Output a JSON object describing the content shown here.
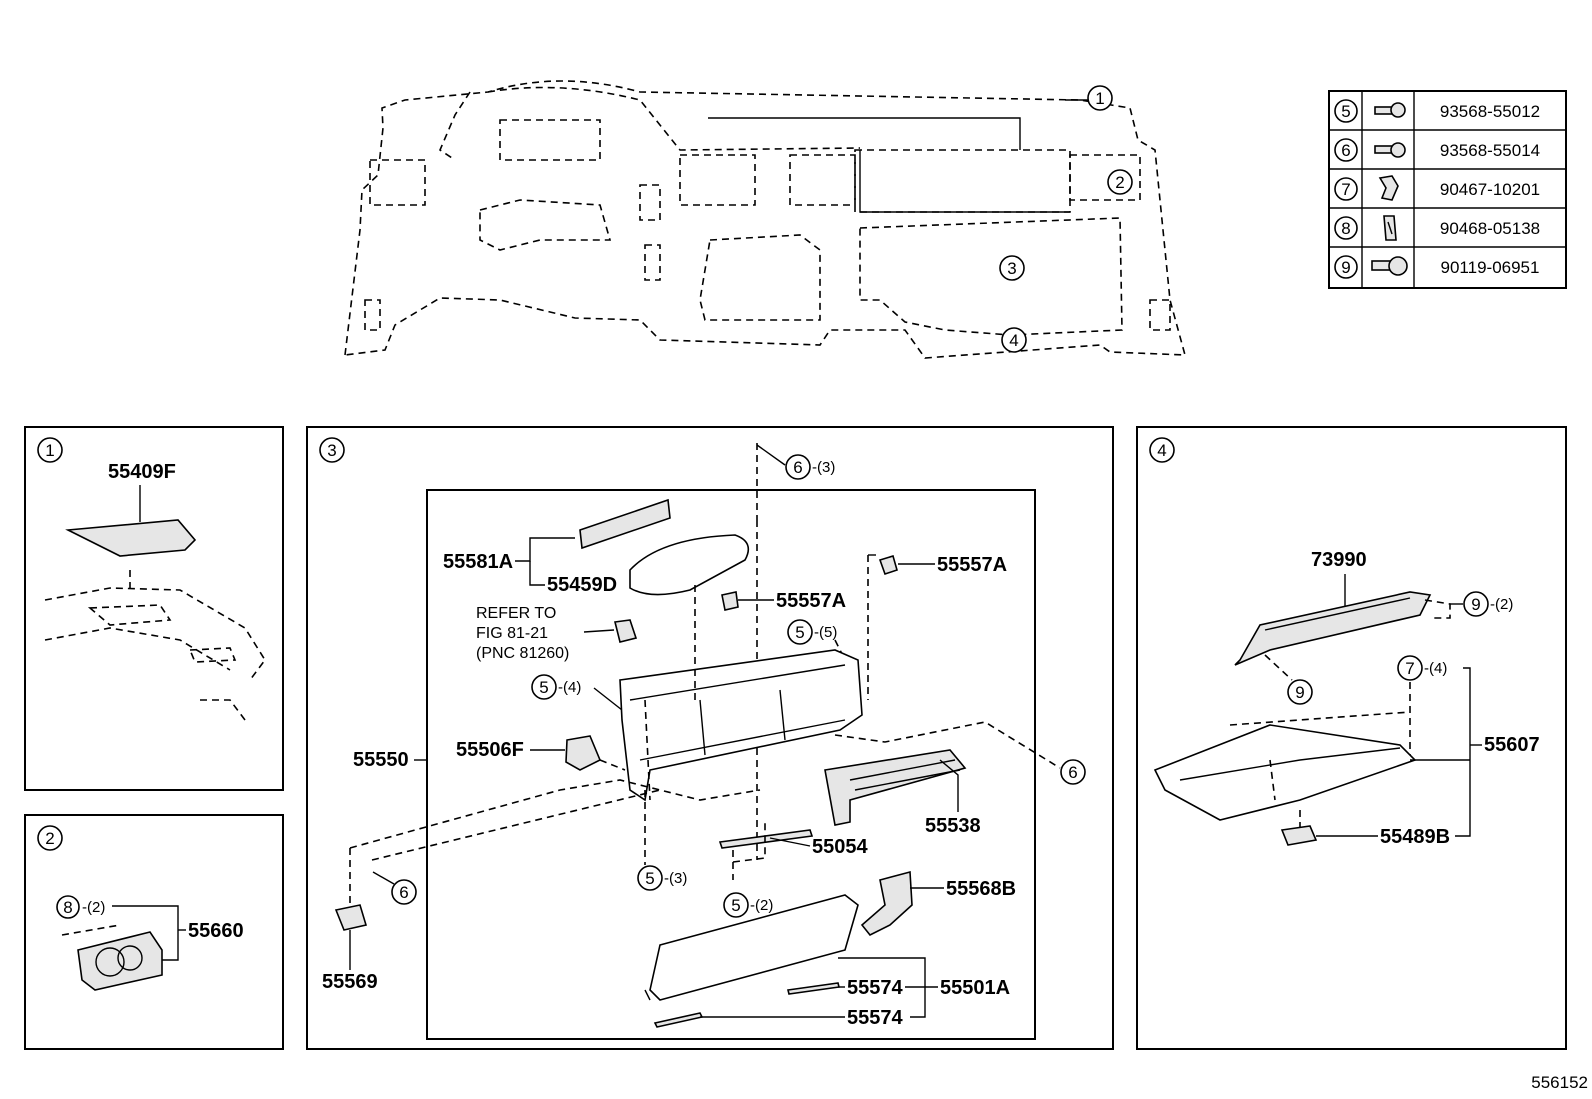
{
  "fastener_table": [
    {
      "ref": "5",
      "part_no": "93568-55012",
      "icon": "screw-icon"
    },
    {
      "ref": "6",
      "part_no": "93568-55014",
      "icon": "screw-icon"
    },
    {
      "ref": "7",
      "part_no": "90467-10201",
      "icon": "clip-icon"
    },
    {
      "ref": "8",
      "part_no": "90468-05138",
      "icon": "clip-icon"
    },
    {
      "ref": "9",
      "part_no": "90119-06951",
      "icon": "bolt-icon"
    }
  ],
  "overview": {
    "callouts": [
      "1",
      "2",
      "3",
      "4"
    ]
  },
  "panel1": {
    "ref": "1",
    "parts": [
      "55409F"
    ]
  },
  "panel2": {
    "ref": "2",
    "fastener": "8",
    "fastener_qty": "-(2)",
    "parts": [
      "55660"
    ]
  },
  "panel3": {
    "ref": "3",
    "parts": {
      "p55581A": "55581A",
      "p55459D": "55459D",
      "p55557A_1": "55557A",
      "p55557A_2": "55557A",
      "p55550": "55550",
      "p55506F": "55506F",
      "p55538": "55538",
      "p55054": "55054",
      "p55569": "55569",
      "p55568B": "55568B",
      "p55574_1": "55574",
      "p55574_2": "55574",
      "p55501A": "55501A"
    },
    "refer_note": [
      "REFER TO",
      "FIG 81-21",
      "(PNC 81260)"
    ],
    "fasteners": [
      {
        "ref": "6",
        "qty": "-(3)"
      },
      {
        "ref": "5",
        "qty": "-(5)"
      },
      {
        "ref": "5",
        "qty": "-(4)"
      },
      {
        "ref": "6",
        "qty": ""
      },
      {
        "ref": "5",
        "qty": "-(3)"
      },
      {
        "ref": "5",
        "qty": "-(2)"
      },
      {
        "ref": "6",
        "qty": ""
      }
    ]
  },
  "panel4": {
    "ref": "4",
    "parts": {
      "p73990": "73990",
      "p55607": "55607",
      "p55489B": "55489B"
    },
    "fasteners": [
      {
        "ref": "9",
        "qty": "-(2)"
      },
      {
        "ref": "9",
        "qty": ""
      },
      {
        "ref": "7",
        "qty": "-(4)"
      }
    ]
  },
  "illustration_id": "556152"
}
